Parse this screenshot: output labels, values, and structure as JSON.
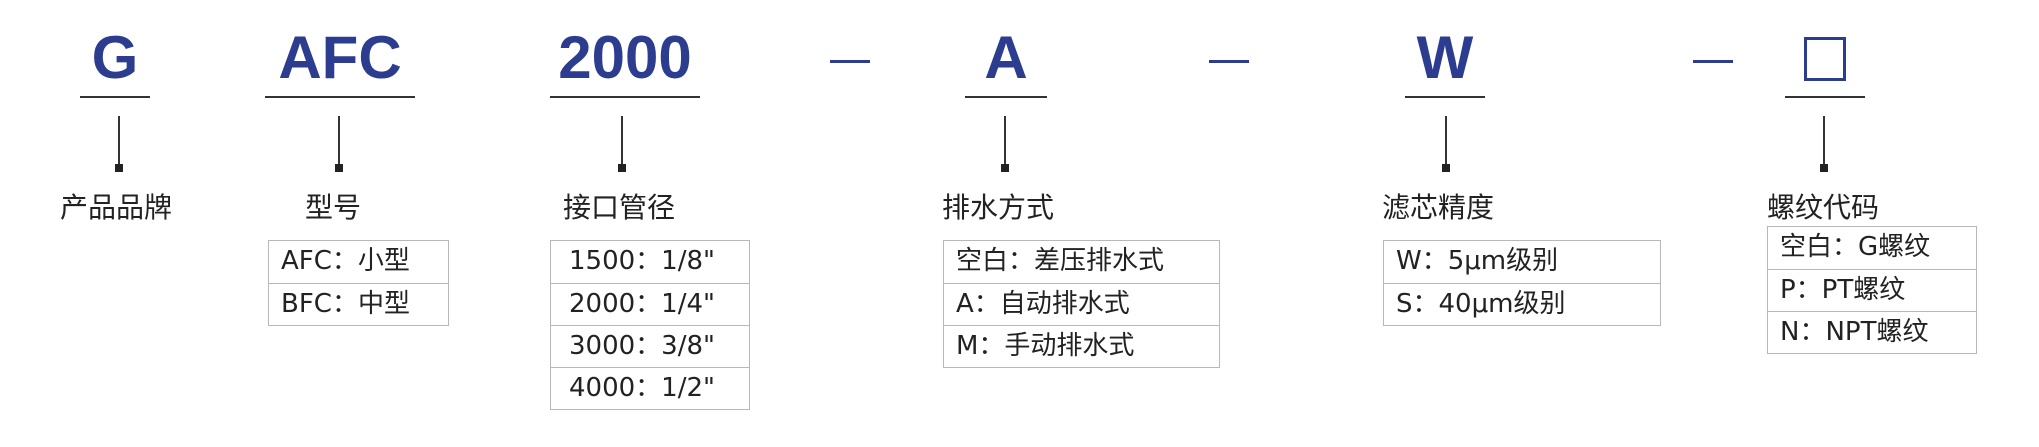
{
  "segments": [
    {
      "code": "G",
      "label": "产品品牌",
      "options": []
    },
    {
      "code": "AFC",
      "label": "型号",
      "options": [
        "AFC：小型",
        "BFC：中型"
      ]
    },
    {
      "code": "2000",
      "label": "接口管径",
      "options": [
        "1500：1/8\"",
        "2000：1/4\"",
        "3000：3/8\"",
        "4000：1/2\""
      ]
    },
    {
      "code": "A",
      "label": "排水方式",
      "options": [
        "空白：差压排水式",
        "A：自动排水式",
        "M：手动排水式"
      ]
    },
    {
      "code": "W",
      "label": "滤芯精度",
      "options": [
        "W：5μm级别",
        "S：40μm级别"
      ]
    },
    {
      "code": "□",
      "label": "螺纹代码",
      "options": [
        "空白：G螺纹",
        "P：PT螺纹",
        "N：NPT螺纹"
      ]
    }
  ],
  "separator": "—",
  "colors": {
    "code": "#2c3d8f",
    "text": "#222222",
    "border": "#b8b8b8"
  }
}
